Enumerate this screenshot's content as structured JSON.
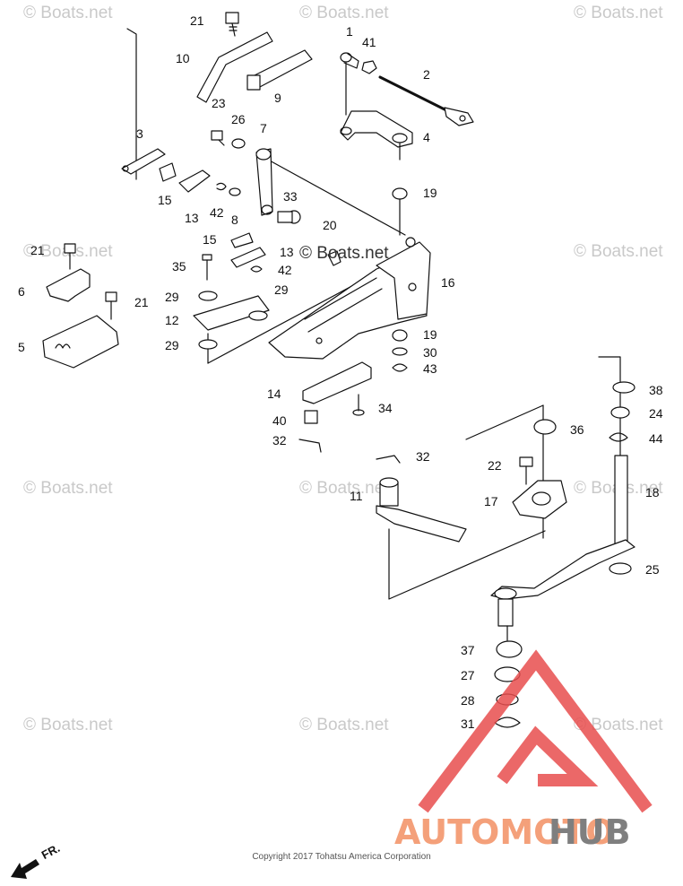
{
  "watermark_text": "© Boats.net",
  "center_watermark": "© Boats.net",
  "copyright": "Copyright 2017 Tohatsu America Corporation",
  "brand": {
    "part1": "AUTOMOTO",
    "part2": "HUB"
  },
  "direction_label": "FR.",
  "colors": {
    "logo_red": "#e84d4d",
    "logo_orange": "#f4a07a",
    "logo_gray": "#7f7f7f",
    "watermark": "#c9c9c9"
  },
  "callouts": [
    "21",
    "10",
    "9",
    "1",
    "41",
    "2",
    "23",
    "26",
    "7",
    "3",
    "15",
    "13",
    "42",
    "8",
    "33",
    "4",
    "19",
    "20",
    "16",
    "21",
    "6",
    "35",
    "42",
    "13",
    "15",
    "29",
    "12",
    "29",
    "21",
    "5",
    "29",
    "19",
    "30",
    "43",
    "14",
    "34",
    "40",
    "32",
    "32",
    "38",
    "24",
    "44",
    "22",
    "36",
    "17",
    "11",
    "18",
    "25",
    "37",
    "27",
    "28",
    "31"
  ]
}
